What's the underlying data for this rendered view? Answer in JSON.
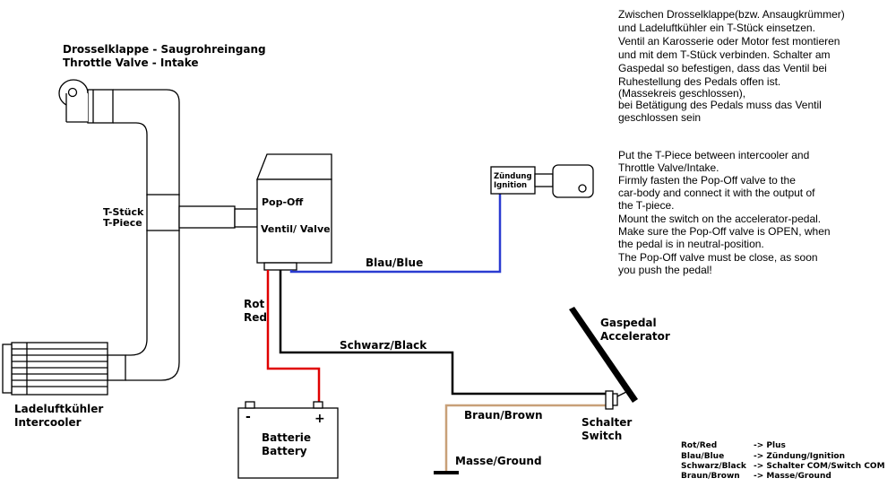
{
  "labels": {
    "throttle_de": "Drosselklappe - Saugrohreingang",
    "throttle_en": "Throttle Valve - Intake",
    "tpiece_de": "T-Stück",
    "tpiece_en": "T-Piece",
    "popoff_1": "Pop-Off",
    "popoff_2": "Ventil/ Valve",
    "intercooler_de": "Ladeluftkühler",
    "intercooler_en": "Intercooler",
    "battery_de": "Batterie",
    "battery_en": "Battery",
    "battery_minus": "-",
    "battery_plus": "+",
    "ignition_de": "Zündung",
    "ignition_en": "Ignition",
    "wire_blue": "Blau/Blue",
    "wire_red_de": "Rot",
    "wire_red_en": "Red",
    "wire_black": "Schwarz/Black",
    "wire_brown": "Braun/Brown",
    "ground": "Masse/Ground",
    "accel_de": "Gaspedal",
    "accel_en": "Accelerator",
    "switch_de": "Schalter",
    "switch_en": "Switch"
  },
  "instructions_de": [
    "Zwischen Drosselklappe(bzw. Ansaugkrümmer)",
    "und Ladeluftkühler ein T-Stück einsetzen.",
    "Ventil an Karosserie oder Motor fest montieren",
    "und mit dem T-Stück verbinden. Schalter am",
    "Gaspedal so befestigen, dass das Ventil bei",
    "Ruhestellung des Pedals offen ist.",
    "(Massekreis geschlossen),",
    "bei Betätigung des Pedals muss das Ventil",
    "geschlossen sein"
  ],
  "instructions_en": [
    "Put the T-Piece between intercooler and",
    "Throttle Valve/Intake.",
    "Firmly fasten the Pop-Off valve to the",
    "car-body and connect it with the output of",
    "the T-piece.",
    "Mount the switch on the accelerator-pedal.",
    "Make sure the Pop-Off valve is OPEN, when",
    "the pedal is in neutral-position.",
    "The Pop-Off valve must be close, as soon",
    "you push the pedal!"
  ],
  "legend": [
    {
      "wire": "Rot/Red",
      "target": "-> Plus"
    },
    {
      "wire": "Blau/Blue",
      "target": "-> Zündung/Ignition"
    },
    {
      "wire": "Schwarz/Black",
      "target": "-> Schalter COM/Switch COM"
    },
    {
      "wire": "Braun/Brown",
      "target": "-> Masse/Ground"
    }
  ],
  "colors": {
    "wire_red": "#e00000",
    "wire_blue": "#2a3bd1",
    "wire_black": "#000000",
    "wire_brown": "#c8a078"
  }
}
